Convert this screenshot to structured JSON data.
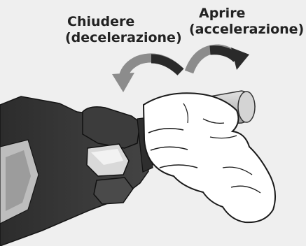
{
  "labels": {
    "close": {
      "line1": "Chiudere",
      "line2": "(decelerazione)"
    },
    "open": {
      "line1": "Aprire",
      "line2": "(accelerazione)"
    }
  },
  "colors": {
    "background": "#efefef",
    "text": "#222222",
    "arrow_dark": "#2a2a2a",
    "arrow_light": "#8c8c8c",
    "handlebar": "#3a3a3a",
    "glove": "#ffffff",
    "grip_metal": "#c8c8c8"
  }
}
